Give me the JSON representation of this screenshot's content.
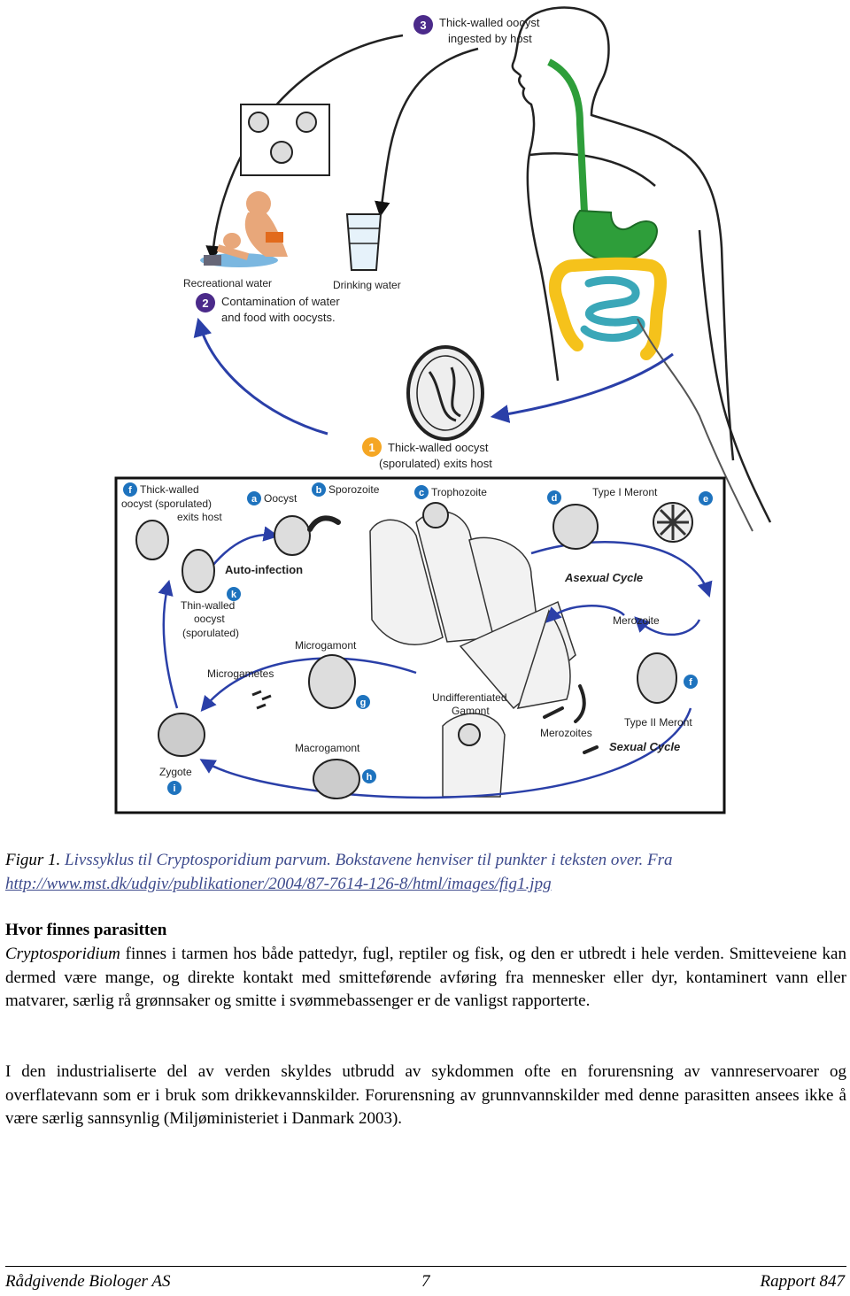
{
  "figure": {
    "step3": {
      "num": "3",
      "line1": "Thick-walled oocyst",
      "line2": "ingested by host"
    },
    "step2": {
      "num": "2",
      "line1": "Contamination of water",
      "line2": "and food with oocysts."
    },
    "step1": {
      "num": "1",
      "line1": "Thick-walled oocyst",
      "line2": "(sporulated) exits host"
    },
    "recreational_water": "Recreational water",
    "drinking_water": "Drinking water",
    "inset": {
      "f_label_1": "Thick-walled",
      "f_label_2": "oocyst (sporulated)",
      "f_label_3": "exits host",
      "oocyst": "Oocyst",
      "sporozoite": "Sporozoite",
      "trophozoite": "Trophozoite",
      "type1": "Type I Meront",
      "auto_infection": "Auto-infection",
      "thin_1": "Thin-walled",
      "thin_2": "oocyst",
      "thin_3": "(sporulated)",
      "asexual": "Asexual Cycle",
      "merozoite": "Merozoite",
      "microgamont": "Microgamont",
      "microgametes": "Microgametes",
      "undiff_1": "Undifferentiated",
      "undiff_2": "Gamont",
      "type2": "Type II Meront",
      "merozoites": "Merozoites",
      "sexual": "Sexual Cycle",
      "macrogamont": "Macrogamont",
      "zygote": "Zygote",
      "letters": {
        "f": "f",
        "a": "a",
        "b": "b",
        "c": "c",
        "d": "d",
        "e": "e",
        "f2": "f",
        "g": "g",
        "h": "h",
        "i": "i",
        "k": "k"
      }
    }
  },
  "caption": {
    "label": "Figur 1.",
    "text": " Livssyklus til Cryptosporidium parvum. Bokstavene henviser til punkter i teksten over. Fra ",
    "link": "http://www.mst.dk/udgiv/publikationer/2004/87-7614-126-8/html/images/fig1.jpg"
  },
  "heading": "Hvor finnes parasitten",
  "p1": {
    "term": "Cryptosporidium",
    "rest": " finnes i tarmen hos både pattedyr, fugl, reptiler og fisk, og den er utbredt i hele verden. Smitteveiene kan dermed være mange, og direkte kontakt med smitteførende avføring fra mennesker eller dyr, kontaminert vann eller matvarer, særlig rå grønnsaker og smitte i svømmebassenger er de vanligst rapporterte."
  },
  "p2": "I den industrialiserte del av verden skyldes utbrudd av sykdommen ofte en forurensning av vannreservoarer og overflatevann som er i bruk som drikkevannskilder. Forurensning av grunnvannskilder med denne parasitten ansees ikke å være særlig sannsynlig (Miljøministeriet i Danmark 2003).",
  "footer": {
    "left": "Rådgivende Biologer AS",
    "center": "7",
    "right": "Rapport 847"
  },
  "colors": {
    "orange_badge": "#f5a623",
    "purple_badge": "#4b2a8a",
    "blue_badge": "#1e73be",
    "arrow_blue": "#2a3fa8",
    "stomach_green": "#2e9e3a",
    "colon_yellow": "#f5c21b",
    "small_intestine_teal": "#3aa7b8"
  }
}
